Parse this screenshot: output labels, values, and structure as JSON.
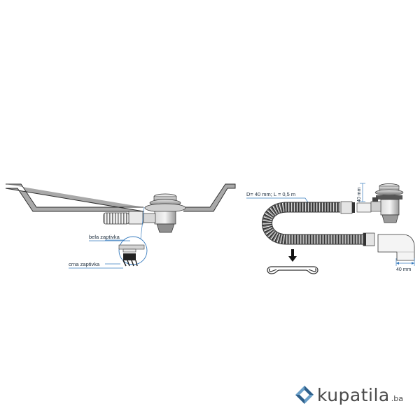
{
  "left_diagram": {
    "label_white_gasket": "bela zaptivka",
    "label_black_gasket": "crna zaptivka"
  },
  "right_diagram": {
    "hose_spec": "D= 40 mm; L = 0,5 m",
    "dim_vertical": "40 mm",
    "dim_bottom": "40 mm"
  },
  "logo": {
    "word": "kupatila",
    "tld": ".ba",
    "colors": {
      "mark_dark": "#2e5f8a",
      "mark_light": "#6a9fc8",
      "text": "#4a4a4a"
    }
  }
}
